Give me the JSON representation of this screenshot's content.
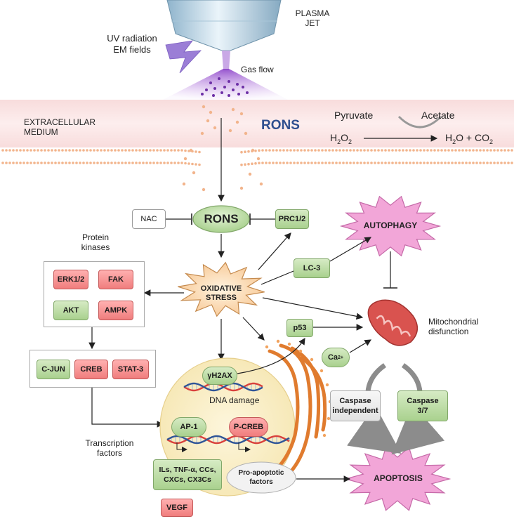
{
  "top": {
    "plasma_jet": "PLASMA\nJET",
    "uv_em": "UV radiation\nEM fields",
    "gas_flow": "Gas flow"
  },
  "extracellular": {
    "medium": "EXTRACELLULAR\nMEDIUM",
    "rons_title": "RONS",
    "pyruvate": "Pyruvate",
    "acetate": "Acetate"
  },
  "core": {
    "nac": "NAC",
    "rons": "RONS",
    "prc": "PRC1/2",
    "autophagy": "AUTOPHAGY",
    "oxidative_stress": "OXIDATIVE\nSTRESS",
    "lc3": "LC-3",
    "p53": "p53",
    "mito_label": "Mitochondrial\ndisfunction"
  },
  "kinases": {
    "title": "Protein\nkinases",
    "items": [
      "ERK1/2",
      "FAK",
      "AKT",
      "AMPK"
    ]
  },
  "tfs": {
    "items": [
      "C-JUN",
      "CREB",
      "STAT-3"
    ],
    "title": "Transcription\nfactors"
  },
  "nucleus": {
    "gh2ax": "γH2AX",
    "dna_damage": "DNA damage",
    "ap1": "AP-1",
    "pcreb": "P-CREB",
    "cytokines": "ILs, TNF-α, CCs,\nCXCs, CX3Cs",
    "vegf": "VEGF"
  },
  "death": {
    "pro_apoptotic": "Pro-apoptotic\nfactors",
    "caspase_indep": "Caspase\nindependent",
    "caspase37": "Caspase\n3/7",
    "apoptosis": "APOPTOSIS"
  },
  "colors": {
    "green_box": "#a9d18e",
    "red_box": "#f07d7d",
    "autophagy_fill": "#f2a6d8",
    "apoptosis_fill": "#f2a6d8",
    "mitochondria": "#d9534f",
    "rons_title": "#2f4f8f"
  }
}
